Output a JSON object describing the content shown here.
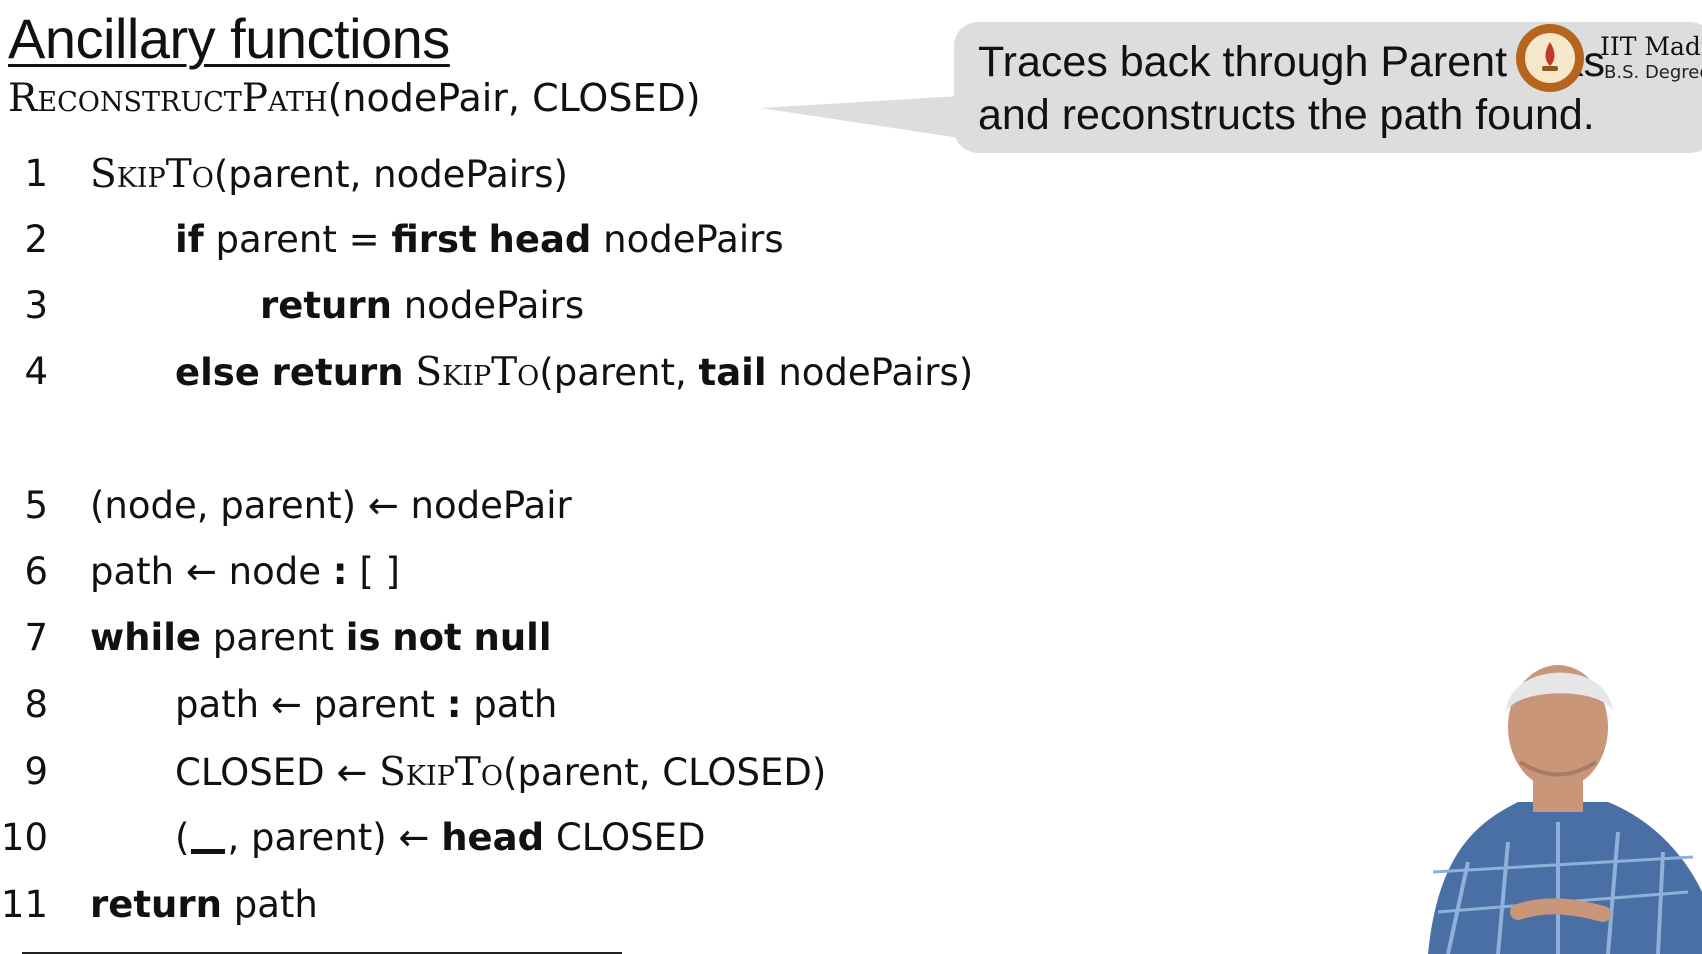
{
  "slide": {
    "title": "Ancillary functions",
    "signature": {
      "fn": "ReconstructPath",
      "args": "(nodePair, CLOSED)"
    }
  },
  "callout": {
    "line1": "Traces back through Parent links",
    "line2": "and reconstructs the path found."
  },
  "institute": {
    "name": "IIT Madras",
    "program": "B.S. Degree"
  },
  "lines": [
    {
      "num": "1"
    },
    {
      "num": "2"
    },
    {
      "num": "3"
    },
    {
      "num": "4"
    },
    {
      "num": "5"
    },
    {
      "num": "6"
    },
    {
      "num": "7"
    },
    {
      "num": "8"
    },
    {
      "num": "9"
    },
    {
      "num": "10"
    },
    {
      "num": "11"
    }
  ],
  "tokens": {
    "skipto": "SkipTo",
    "if": "if",
    "first": "first",
    "head": "head",
    "return": "return",
    "else": "else",
    "tail": "tail",
    "while": "while",
    "is": "is",
    "not": "not",
    "null": "null",
    "l1_args": "(parent, nodePairs)",
    "l2_a": "parent =",
    "l2_b": "nodePairs",
    "l3_a": "nodePairs",
    "l4_a": "(parent,",
    "l4_b": "nodePairs)",
    "l5": "(node, parent) ← nodePair",
    "l6_a": "path ← node",
    "l6_colon": ":",
    "l6_b": "[ ]",
    "l7_a": "parent",
    "l8_a": "path ← parent",
    "l8_colon": ":",
    "l8_b": "path",
    "l9_a": "CLOSED ←",
    "l9_b": "(parent, CLOSED)",
    "l10_a": "(",
    "l10_b": ", parent) ←",
    "l10_c": "CLOSED",
    "l11_a": "path"
  }
}
